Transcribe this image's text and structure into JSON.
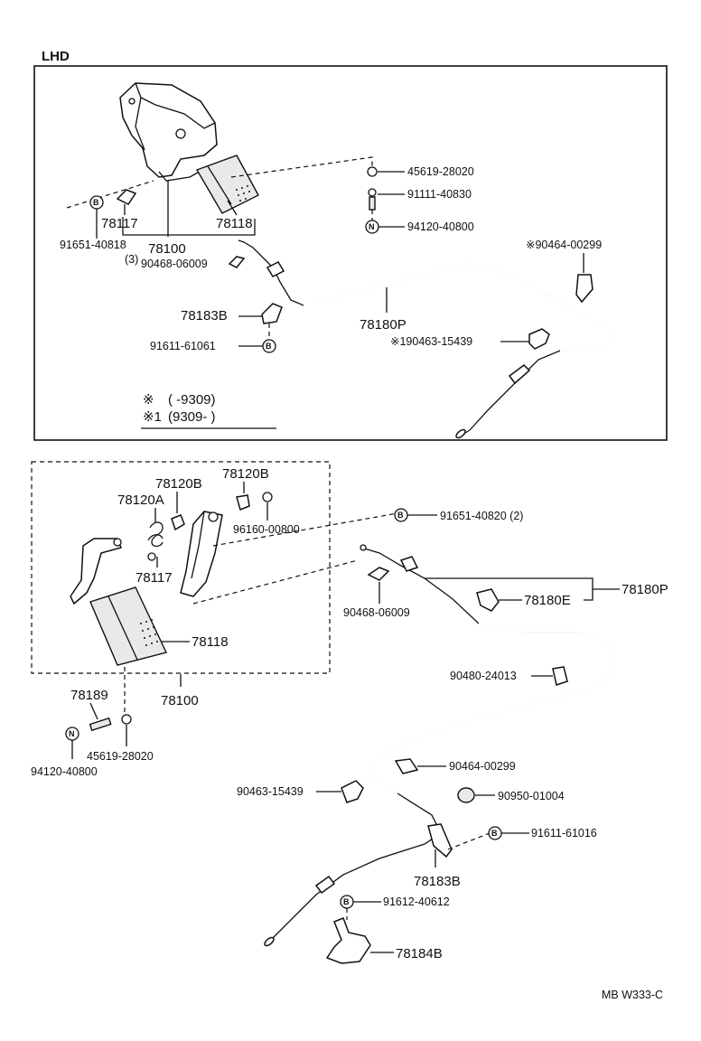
{
  "header": {
    "region_label": "LHD"
  },
  "upper_section": {
    "part_numbers": {
      "p45619_28020": "45619-28020",
      "p91111_40830": "91111-40830",
      "p94120_40800": "94120-40800",
      "p90464_00299": "※90464-00299",
      "p91651_40818": "91651-40818",
      "p78117": "78117",
      "p78118": "78118",
      "p78100": "78100",
      "p90468_06009": "90468-06009",
      "qty_90468": "(3)",
      "p78183B": "78183B",
      "p91611_61061": "91611-61061",
      "p78180P": "78180P",
      "p190463_15439": "※190463-15439",
      "bolt_mark": "B",
      "nut_mark": "N"
    },
    "date_legend": {
      "row1_mark": "※",
      "row1_range": "(        -9309)",
      "row2_mark": "※1",
      "row2_range": "(9309-        )"
    }
  },
  "lower_section": {
    "part_numbers": {
      "p78120B_a": "78120B",
      "p78120B_b": "78120B",
      "p78120A": "78120A",
      "p96160_00800": "96160-00800",
      "p91651_40820": "91651-40820 (2)",
      "p78117": "78117",
      "p90468_06009": "90468-06009",
      "p78180E": "78180E",
      "p78180P": "78180P",
      "p78118": "78118",
      "p90480_24013": "90480-24013",
      "p78189": "78189",
      "p78100": "78100",
      "p45619_28020": "45619-28020",
      "p94120_40800": "94120-40800",
      "p90464_00299": "90464-00299",
      "p90463_15439": "90463-15439",
      "p90950_01004": "90950-01004",
      "p91611_61016": "91611-61016",
      "p78183B": "78183B",
      "p91612_40612": "91612-40612",
      "p78184B": "78184B",
      "bolt_mark": "B",
      "nut_mark": "N"
    }
  },
  "footer": {
    "drawing_code": "MB  W333-C"
  },
  "icons": [
    "bolt-circle-icon",
    "nut-circle-icon",
    "pedal-icon",
    "cable-icon",
    "clamp-icon",
    "bracket-icon",
    "spring-icon",
    "grommet-icon"
  ]
}
